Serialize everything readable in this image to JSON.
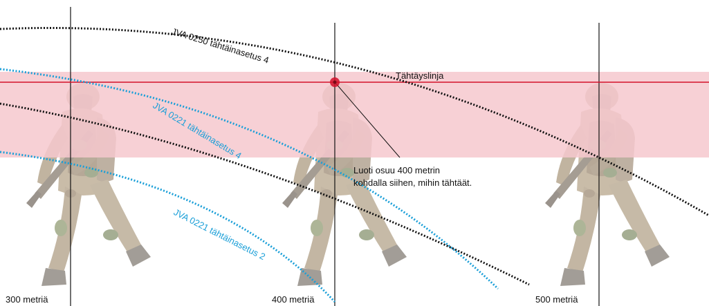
{
  "labels": {
    "jva0250": "JVA 0250 tähtäinasetus 4",
    "jva0221_4": "JVA 0221 tähtäinasetus 4",
    "jva0221_2": "JVA 0221 tähtäinasetus 2",
    "sight_line": "Tähtäyslinja",
    "note_line1": "Luoti osuu 400 metrin",
    "note_line2": "kohdalla siihen, mihin tähtäät."
  },
  "distances": [
    "300 metriä",
    "400 metriä",
    "500 metriä"
  ],
  "colors": {
    "band": "#f6c8ce",
    "sight_line": "#d4102a",
    "black_traj": "#111111",
    "blue_traj": "#1a9fd8",
    "blue_text": "#1a9fd8",
    "marker": "#d4102a"
  },
  "icons": [
    "soldier-figure-icon",
    "aim-point-marker-icon"
  ]
}
